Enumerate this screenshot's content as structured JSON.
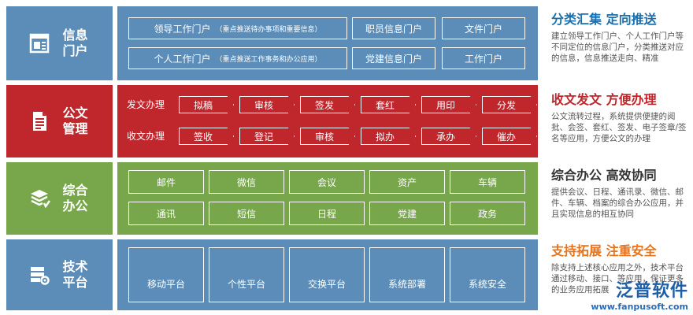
{
  "colors": {
    "blue": "#5b8db8",
    "red": "#c0272d",
    "green": "#77a74a",
    "blue_text": "#1a6fad",
    "red_text": "#c0272d",
    "green_text": "#333333",
    "orange_text": "#e8731a"
  },
  "rows": [
    {
      "title": "信息门户",
      "icon": "portal-icon",
      "boxes": [
        {
          "label": "领导工作门户",
          "note": "（重点推送待办事项和重要信息）"
        },
        {
          "label": "职员信息门户"
        },
        {
          "label": "文件门户"
        },
        {
          "label": "个人工作门户",
          "note": "（重点推送工作事务和办公应用）"
        },
        {
          "label": "党建信息门户"
        },
        {
          "label": "工作门户"
        }
      ]
    },
    {
      "title": "公文管理",
      "icon": "document-icon",
      "send_label": "发文办理",
      "send_steps": [
        "拟稿",
        "审核",
        "签发",
        "套红",
        "用印",
        "分发"
      ],
      "recv_label": "收文办理",
      "recv_steps": [
        "签收",
        "登记",
        "审核",
        "拟办",
        "承办",
        "催办"
      ]
    },
    {
      "title": "综合办公",
      "icon": "office-icon",
      "boxes": [
        "邮件",
        "微信",
        "会议",
        "资产",
        "车辆",
        "通讯",
        "短信",
        "日程",
        "党建",
        "政务"
      ]
    },
    {
      "title": "技术平台",
      "icon": "platform-icon",
      "boxes": [
        "移动平台",
        "个性平台",
        "交换平台",
        "系统部署",
        "系统安全"
      ]
    }
  ],
  "descriptions": [
    {
      "head": "分类汇集  定向推送",
      "body": "建立领导工作门户、个人工作门户等不同定位的信息门户，分类推送对应的信息，信息推送走向、精准"
    },
    {
      "head": "收文发文  方便办理",
      "body": "公文流转过程，系统提供便捷的阅批、会签、套红、签发、电子签章/签名等应用，方便公文的办理"
    },
    {
      "head": "综合办公  高效协同",
      "body": "提供会议、日程、通讯录、微信、邮件、车辆、档案的综合办公应用，并且实现信息的相互协同"
    },
    {
      "head": "支持拓展  注重安全",
      "body": "除支持上述核心应用之外，技术平台通过移动、接口、等应用，保证更多的业务应用拓展"
    }
  ],
  "watermark": {
    "brand": "泛普软件",
    "url": "www.fanpusoft.com"
  }
}
